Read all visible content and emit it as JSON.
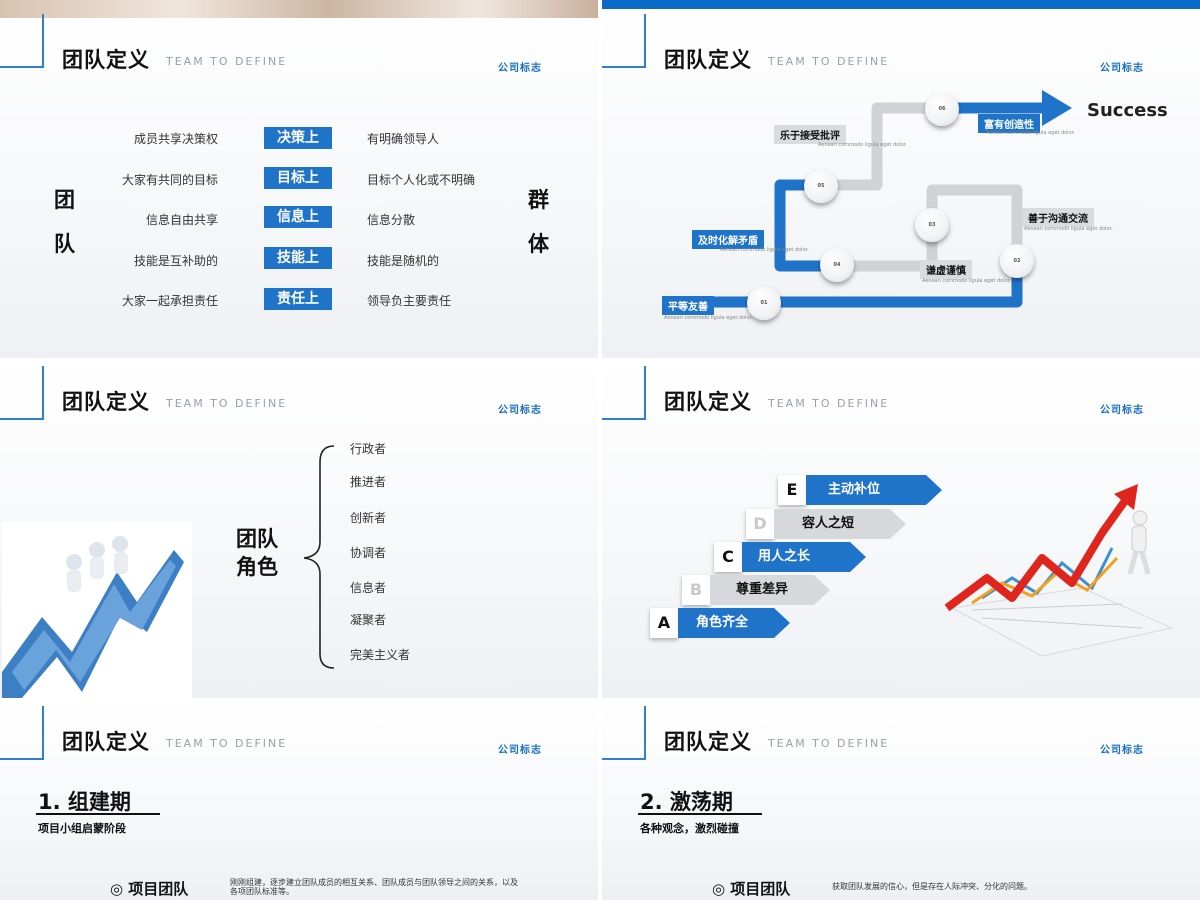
{
  "header": {
    "title": "团队定义",
    "subtitle": "TEAM TO DEFINE",
    "logo": "公司标志"
  },
  "slide1": {
    "left_big": [
      "团",
      "队"
    ],
    "right_big": [
      "群",
      "体"
    ],
    "rows": [
      {
        "left": "成员共享决策权",
        "mid": "决策上",
        "right": "有明确领导人"
      },
      {
        "left": "大家有共同的目标",
        "mid": "目标上",
        "right": "目标个人化或不明确"
      },
      {
        "left": "信息自由共享",
        "mid": "信息上",
        "right": "信息分散"
      },
      {
        "left": "技能是互补助的",
        "mid": "技能上",
        "right": "技能是随机的"
      },
      {
        "left": "大家一起承担责任",
        "mid": "责任上",
        "right": "领导负主要责任"
      }
    ]
  },
  "slide2": {
    "success": "Success",
    "labels": {
      "l1": "平等友善",
      "l2": "善于沟通交流",
      "l3": "谦虚谨慎",
      "l4": "及时化解矛盾",
      "l5": "乐于接受批评",
      "l6": "富有创造性"
    },
    "nodes": [
      "01",
      "02",
      "03",
      "04",
      "05",
      "06"
    ],
    "tiny_text": "Aenean commodo ligula eget dolor."
  },
  "slide3": {
    "title_lines": [
      "团队",
      "角色"
    ],
    "roles": [
      "行政者",
      "推进者",
      "创新者",
      "协调者",
      "信息者",
      "凝聚者",
      "完美主义者"
    ]
  },
  "slide4": {
    "steps": [
      {
        "letter": "E",
        "label": "主动补位",
        "style": "blue"
      },
      {
        "letter": "D",
        "label": "容人之短",
        "style": "grey"
      },
      {
        "letter": "C",
        "label": "用人之长",
        "style": "blue"
      },
      {
        "letter": "B",
        "label": "尊重差异",
        "style": "grey"
      },
      {
        "letter": "A",
        "label": "角色齐全",
        "style": "blue"
      }
    ]
  },
  "slide5": {
    "phase": "1. 组建期",
    "subtitle": "项目小组启蒙阶段",
    "team_label": "◎ 项目团队",
    "team_desc": "刚刚组建，逐步建立团队成员的相互关系、团队成员与团队领导之间的关系，以及各项团队标准等。"
  },
  "slide6": {
    "phase": "2. 激荡期",
    "subtitle": "各种观念，激烈碰撞",
    "team_label": "◎ 项目团队",
    "team_desc": "获取团队发展的信心，但是存在人际冲突、分化的问题。"
  },
  "colors": {
    "accent_blue": "#1f74c9",
    "corner_blue": "#2f7fd0",
    "grey_bar": "#d6d8db",
    "red_arrow": "#e0241e"
  }
}
